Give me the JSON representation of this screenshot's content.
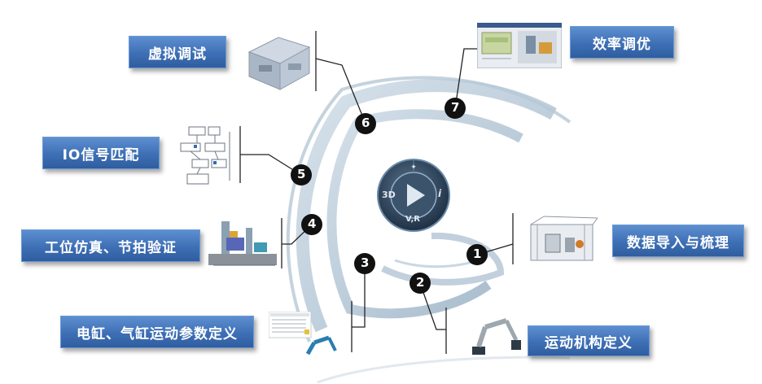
{
  "colors": {
    "label_box": "#3e6fb5",
    "badge": "#111111",
    "arc": "#9fb6c8",
    "connector": "#222222",
    "center_disc": "#2f4358"
  },
  "center_logo": {
    "icons": [
      "play-icon",
      "compass-icon",
      "info-icon"
    ],
    "left_text": "3D",
    "bottom_text": "V,R",
    "right_text": "i"
  },
  "steps": [
    {
      "number": "1",
      "label": "数据导入与梳理",
      "thumbnail": "factory-cell-model"
    },
    {
      "number": "2",
      "label": "运动机构定义",
      "thumbnail": "robot-arm-model"
    },
    {
      "number": "3",
      "label": "电缸、气缸运动参数定义",
      "thumbnail": "robot-arm-with-table"
    },
    {
      "number": "4",
      "label": "工位仿真、节拍验证",
      "thumbnail": "workstation-model"
    },
    {
      "number": "5",
      "label": "IO信号匹配",
      "thumbnail": "io-schematic"
    },
    {
      "number": "6",
      "label": "虚拟调试",
      "thumbnail": "machine-block-model"
    },
    {
      "number": "7",
      "label": "效率调优",
      "thumbnail": "software-screenshot"
    }
  ]
}
